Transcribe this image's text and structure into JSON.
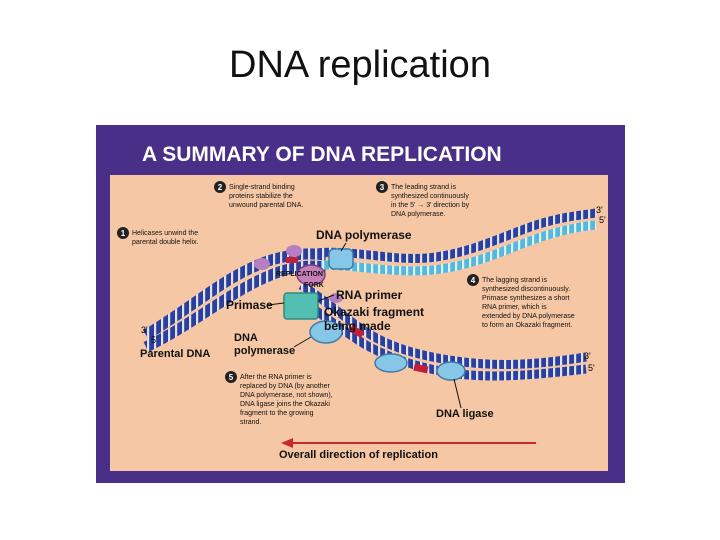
{
  "slide": {
    "title": "DNA replication"
  },
  "figure": {
    "heading": "A SUMMARY OF DNA REPLICATION",
    "colors": {
      "frame": "#4a2f88",
      "background": "#f6c7a4",
      "parental_strand": "#2c3f9c",
      "leading_strand": "#57b9da",
      "lagging_strand": "#3a5fc0",
      "primer": "#c21f3a",
      "primase": "#53bfb3",
      "arrow": "#cc2a2a"
    },
    "labels": {
      "dna_polymerase_top": "DNA polymerase",
      "replication_fork_1": "REPLICATION",
      "replication_fork_2": "FORK",
      "rna_primer": "RNA primer",
      "primase": "Primase",
      "okazaki_1": "Okazaki fragment",
      "okazaki_2": "being made",
      "dna_polymerase_low_1": "DNA",
      "dna_polymerase_low_2": "polymerase",
      "parental_dna": "Parental DNA",
      "dna_ligase": "DNA ligase",
      "overall_direction": "Overall direction of replication",
      "end_3_left": "3'",
      "end_5_left": "5'",
      "end_3_top": "3'",
      "end_5_top": "5'",
      "end_3_low": "3'",
      "end_5_low": "5'"
    },
    "steps": [
      {
        "number": "1",
        "lines": [
          "Helicases unwind the",
          "parental double helix."
        ]
      },
      {
        "number": "2",
        "lines": [
          "Single-strand binding",
          "proteins stabilize the",
          "unwound parental DNA."
        ]
      },
      {
        "number": "3",
        "lines": [
          "The leading strand is",
          "synthesized continuously",
          "in the 5' → 3' direction by",
          "DNA polymerase."
        ]
      },
      {
        "number": "4",
        "lines": [
          "The lagging strand is",
          "synthesized discontinuously.",
          "Primase synthesizes a short",
          "RNA primer, which is",
          "extended by DNA polymerase",
          "to form an Okazaki fragment."
        ]
      },
      {
        "number": "5",
        "lines": [
          "After the RNA primer is",
          "replaced by DNA (by another",
          "DNA polymerase, not shown),",
          "DNA ligase joins the Okazaki",
          "fragment to the growing",
          "strand."
        ]
      }
    ]
  }
}
